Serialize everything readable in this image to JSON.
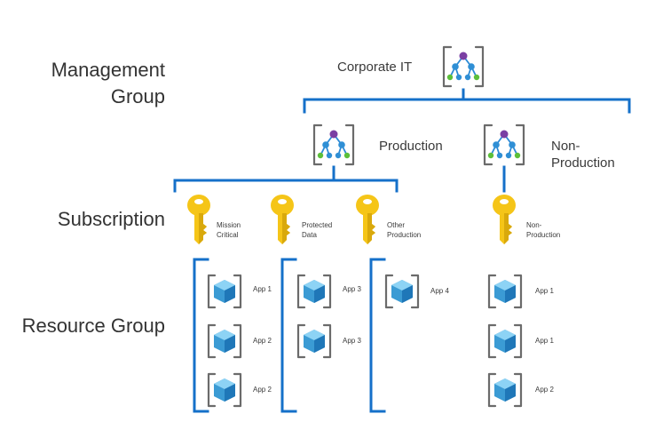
{
  "levels": {
    "management": [
      "Management",
      "Group"
    ],
    "subscription": "Subscription",
    "resource_group": "Resource Group"
  },
  "management_groups": {
    "root": "Corporate IT",
    "production": "Production",
    "non_production": [
      "Non-",
      "Production"
    ]
  },
  "subscriptions": {
    "mission_critical": [
      "Mission",
      "Critical"
    ],
    "protected_data": [
      "Protected",
      "Data"
    ],
    "other_production": [
      "Other",
      "Production"
    ],
    "non_production": [
      "Non-",
      "Production"
    ]
  },
  "resource_groups": {
    "col1": [
      "App 1",
      "App 2",
      "App 2"
    ],
    "col2": [
      "App 3",
      "App 3"
    ],
    "col3": [
      "App 4"
    ],
    "col4": [
      "App 1",
      "App 1",
      "App 2"
    ]
  },
  "colors": {
    "connector": "#1570c9",
    "key": "#f5c518",
    "cube": "#3b9bd4",
    "mg_node_top": "#7a3fa3",
    "mg_node": "#2f8fd5",
    "mg_leaf": "#5cbf3a",
    "bracket": "#6b6b6b"
  },
  "icons": [
    "management-group-icon",
    "subscription-key-icon",
    "resource-group-icon"
  ]
}
